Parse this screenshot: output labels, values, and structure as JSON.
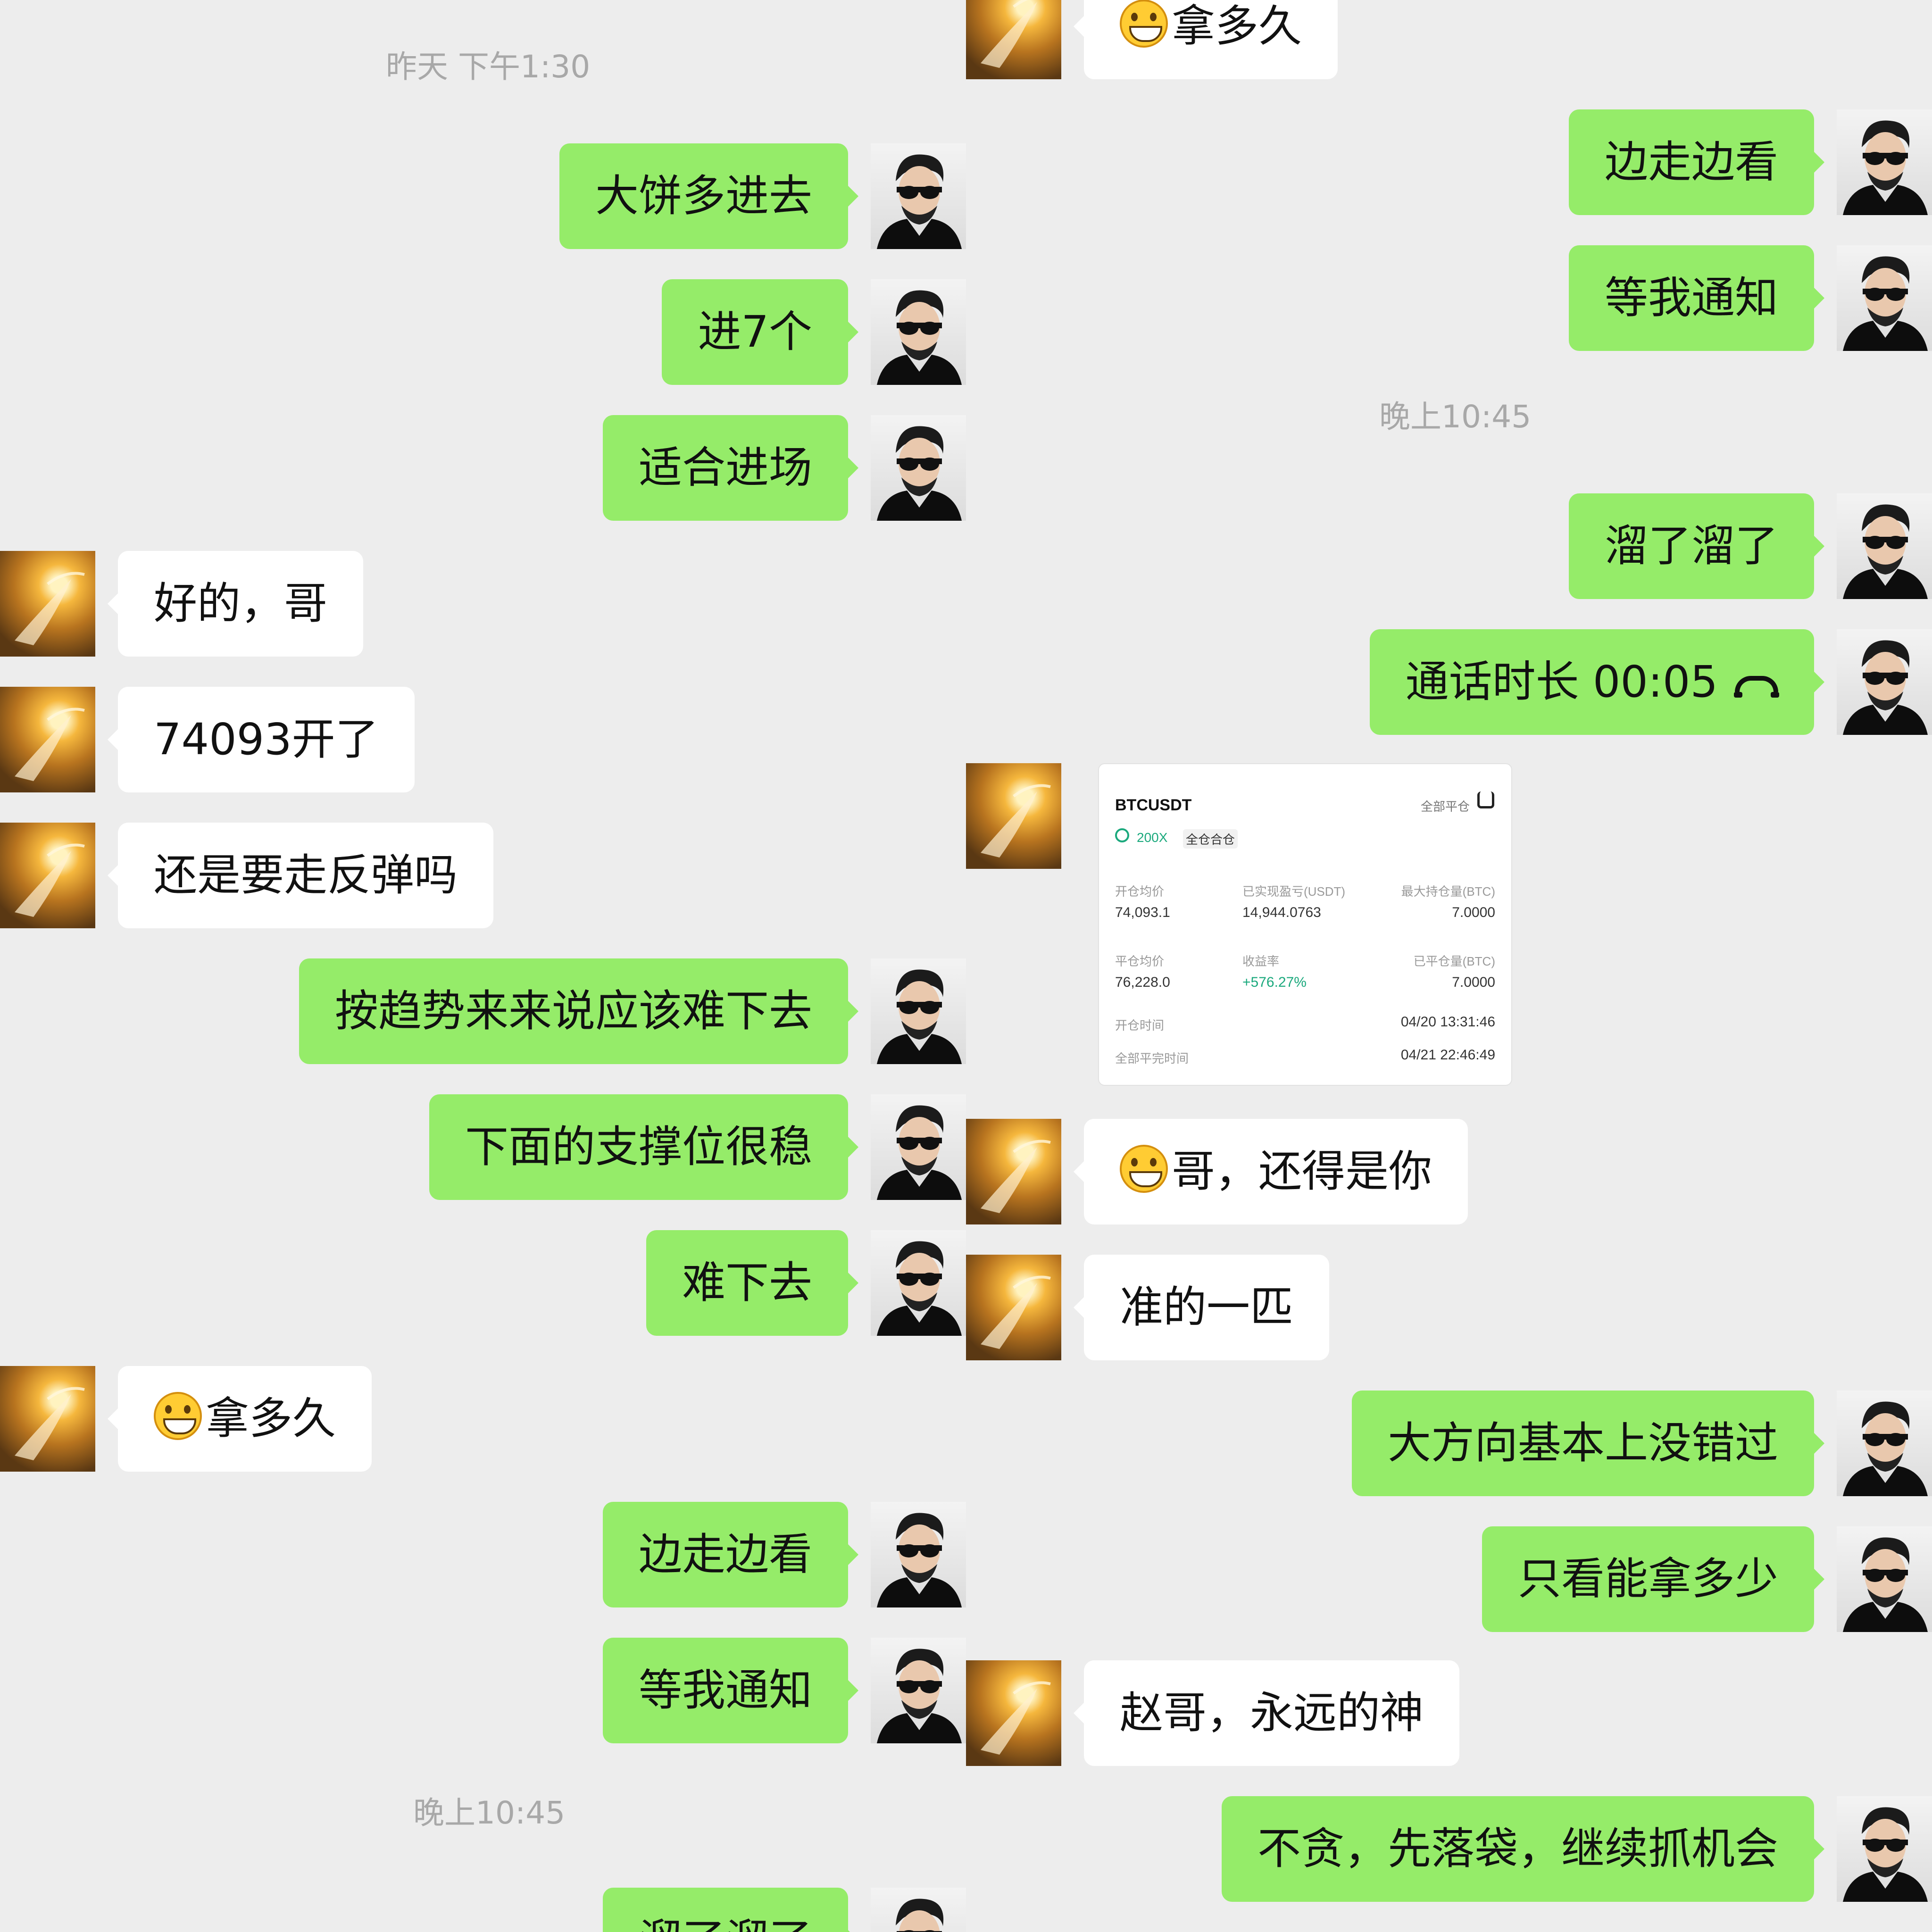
{
  "left": {
    "timestamps": [
      "昨天 下午1:30",
      "晚上10:45"
    ],
    "messages": [
      {
        "side": "me",
        "text": "大饼多进去"
      },
      {
        "side": "me",
        "text": "进7个"
      },
      {
        "side": "me",
        "text": "适合进场"
      },
      {
        "side": "other",
        "text": "好的，哥"
      },
      {
        "side": "other",
        "text": "74093开了"
      },
      {
        "side": "other",
        "text": "还是要走反弹吗"
      },
      {
        "side": "me",
        "text": "按趋势来来说应该难下去"
      },
      {
        "side": "me",
        "text": "下面的支撑位很稳"
      },
      {
        "side": "me",
        "text": "难下去"
      },
      {
        "side": "other",
        "text": "拿多久",
        "emoji": "grinning-face"
      },
      {
        "side": "me",
        "text": "边走边看"
      },
      {
        "side": "me",
        "text": "等我通知"
      },
      {
        "side": "me",
        "text": "溜了溜了"
      }
    ]
  },
  "right": {
    "timestamps": [
      "晚上10:45"
    ],
    "messages": [
      {
        "side": "other",
        "text": "拿多久",
        "emoji": "grinning-face"
      },
      {
        "side": "me",
        "text": "边走边看"
      },
      {
        "side": "me",
        "text": "等我通知"
      },
      {
        "side": "me",
        "text": "溜了溜了"
      },
      {
        "side": "me",
        "text": "通话时长 00:05",
        "icon": "phone-hangup-icon"
      },
      {
        "side": "other",
        "text": "哥，还得是你",
        "emoji": "grinning-face"
      },
      {
        "side": "other",
        "text": "准的一匹"
      },
      {
        "side": "me",
        "text": "大方向基本上没错过"
      },
      {
        "side": "me",
        "text": "只看能拿多少"
      },
      {
        "side": "other",
        "text": "赵哥，永远的神"
      },
      {
        "side": "me",
        "text": "不贪，先落袋，继续抓机会"
      }
    ],
    "trade_card": {
      "symbol": "BTCUSDT",
      "close_all": "全部平仓",
      "leverage": "200X",
      "mode": "全仓合仓",
      "fields": [
        {
          "label": "开仓均价",
          "value": "74,093.1"
        },
        {
          "label": "已实现盈亏(USDT)",
          "value": "14,944.0763"
        },
        {
          "label": "最大持仓量(BTC)",
          "value": "7.0000"
        },
        {
          "label": "平仓均价",
          "value": "76,228.0"
        },
        {
          "label": "收益率",
          "value": "+576.27%"
        },
        {
          "label": "已平仓量(BTC)",
          "value": "7.0000"
        },
        {
          "label": "开仓时间",
          "value": "04/20 13:31:46"
        },
        {
          "label": "全部平完时间",
          "value": "04/21 22:46:49"
        }
      ]
    }
  },
  "colors": {
    "me_bubble": "#95ec69",
    "other_bubble": "#ffffff",
    "background": "#ededed",
    "profit": "#1ba97d"
  }
}
